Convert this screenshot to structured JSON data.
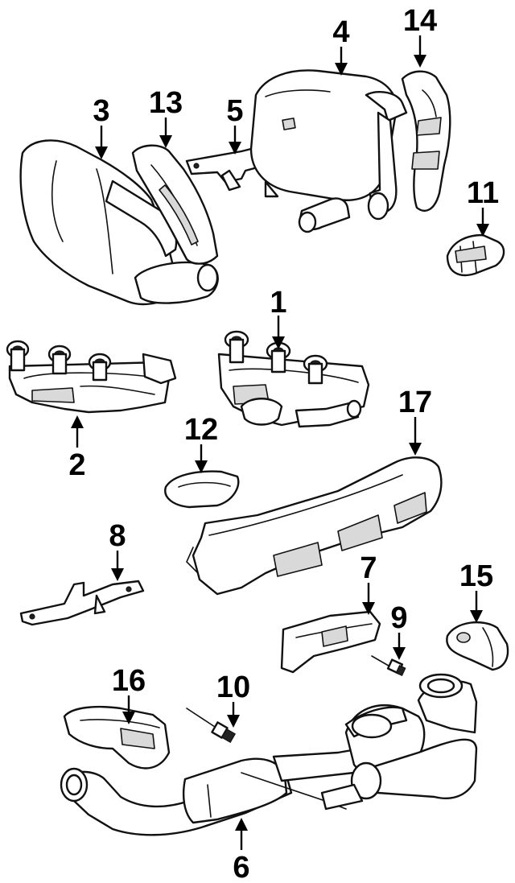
{
  "callouts": [
    "1",
    "2",
    "3",
    "4",
    "5",
    "6",
    "7",
    "8",
    "9",
    "10",
    "11",
    "12",
    "13",
    "14",
    "15",
    "16",
    "17"
  ],
  "colors": {
    "line": "#111111",
    "fill": "#ffffff",
    "shade": "#d9d9d9"
  }
}
